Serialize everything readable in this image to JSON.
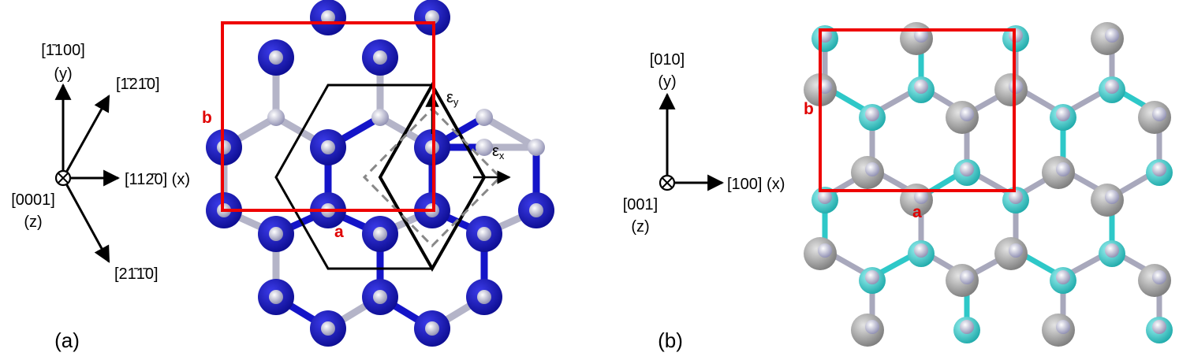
{
  "panel_a": {
    "panel_label": "(a)",
    "axes": {
      "y_dir": "[1̄100]",
      "y_name": "(y)",
      "x_dir": "[112̄0] (x)",
      "z_dir": "[0001]",
      "z_name": "(z)",
      "upper_diag": "[1̄21̄0]",
      "lower_diag": "[21̄1̄0]"
    },
    "cell_label_a": "a",
    "cell_label_b": "b",
    "strain_y": "εy",
    "strain_x": "εx",
    "colors": {
      "large_atom": "#1a1ab4",
      "small_atom": "#c8c8dc",
      "bond_dark": "#1414c8",
      "bond_light": "#b4b4c8"
    }
  },
  "panel_b": {
    "panel_label": "(b)",
    "axes": {
      "y_dir": "[010]",
      "y_name": "(y)",
      "x_dir": "[100] (x)",
      "z_dir": "[001]",
      "z_name": "(z)"
    },
    "cell_label_a": "a",
    "cell_label_b": "b",
    "colors": {
      "gray_atom": "#9a9a9a",
      "cyan_atom": "#2ec8c8",
      "small_atom": "#a8a8d0",
      "bond": "#a8a8bc"
    }
  },
  "colors": {
    "unit_cell": "#ee0000",
    "hexagon": "#000000",
    "dashed": "#888888"
  }
}
